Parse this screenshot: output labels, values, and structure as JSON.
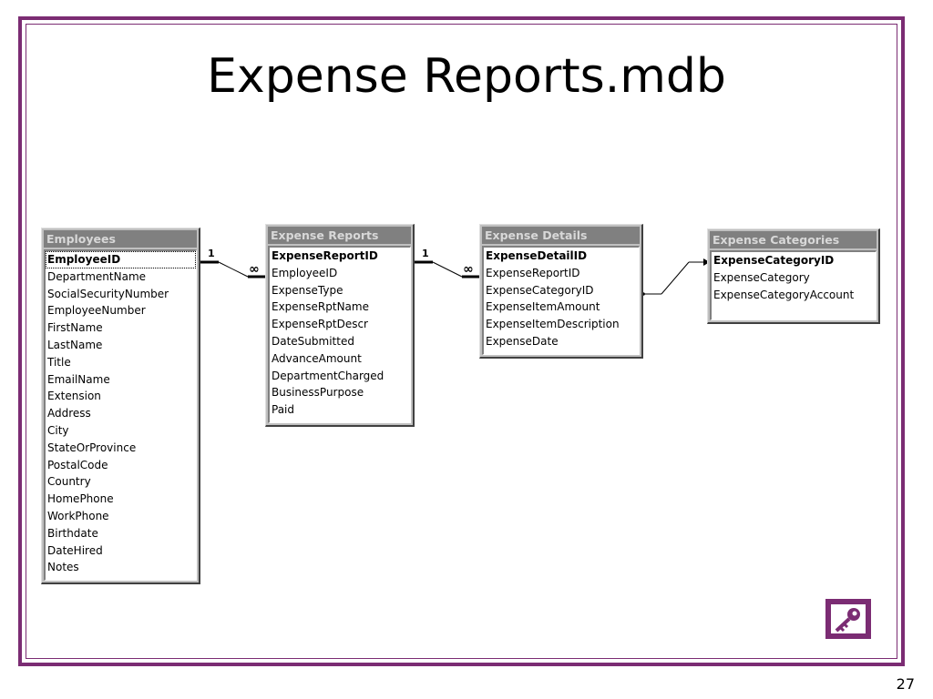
{
  "slide": {
    "title": "Expense Reports.mdb",
    "page_number": "27"
  },
  "tables": {
    "employees": {
      "title": "Employees",
      "fields": [
        "EmployeeID",
        "DepartmentName",
        "SocialSecurityNumber",
        "EmployeeNumber",
        "FirstName",
        "LastName",
        "Title",
        "EmailName",
        "Extension",
        "Address",
        "City",
        "StateOrProvince",
        "PostalCode",
        "Country",
        "HomePhone",
        "WorkPhone",
        "Birthdate",
        "DateHired",
        "Notes"
      ]
    },
    "expense_reports": {
      "title": "Expense Reports",
      "fields": [
        "ExpenseReportID",
        "EmployeeID",
        "ExpenseType",
        "ExpenseRptName",
        "ExpenseRptDescr",
        "DateSubmitted",
        "AdvanceAmount",
        "DepartmentCharged",
        "BusinessPurpose",
        "Paid"
      ]
    },
    "expense_details": {
      "title": "Expense Details",
      "fields": [
        "ExpenseDetailID",
        "ExpenseReportID",
        "ExpenseCategoryID",
        "ExpenseItemAmount",
        "ExpenseItemDescription",
        "ExpenseDate"
      ]
    },
    "expense_categories": {
      "title": "Expense Categories",
      "fields": [
        "ExpenseCategoryID",
        "ExpenseCategory",
        "ExpenseCategoryAccount"
      ]
    }
  },
  "relationships": {
    "one_label": "1",
    "many_label": "∞"
  },
  "logo": {
    "icon": "access-key-icon",
    "color": "#7b2c73"
  }
}
